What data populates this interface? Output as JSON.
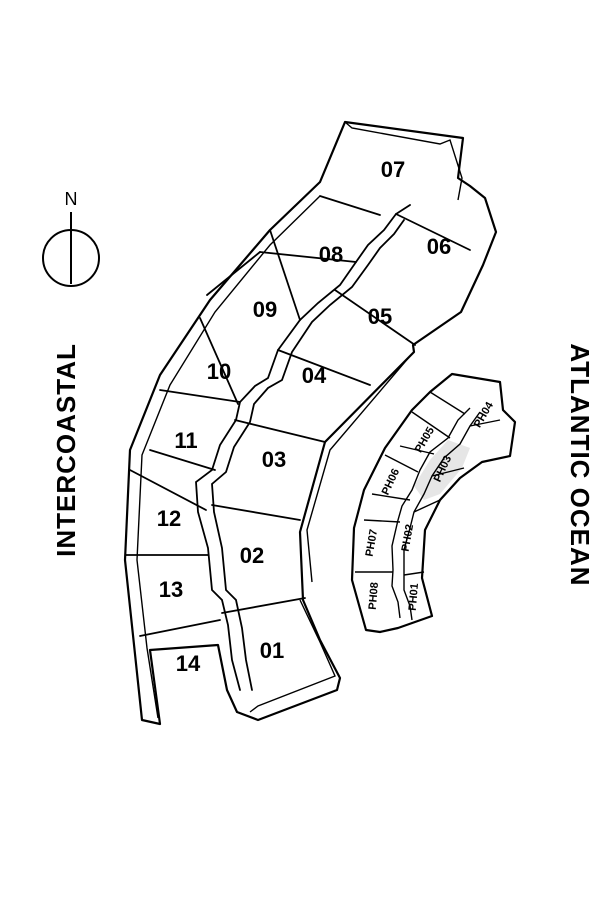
{
  "compass": {
    "label": "N"
  },
  "sides": {
    "left": "INTERCOASTAL",
    "right": "ATLANTIC OCEAN"
  },
  "tower_units": [
    "01",
    "02",
    "03",
    "04",
    "05",
    "06",
    "07",
    "08",
    "09",
    "10",
    "11",
    "12",
    "13",
    "14"
  ],
  "penthouse_units": [
    "PH01",
    "PH02",
    "PH03",
    "PH04",
    "PH05",
    "PH06",
    "PH07",
    "PH08"
  ],
  "colors": {
    "line": "#000000",
    "background": "#ffffff",
    "highlight": "#e6e6e6"
  }
}
